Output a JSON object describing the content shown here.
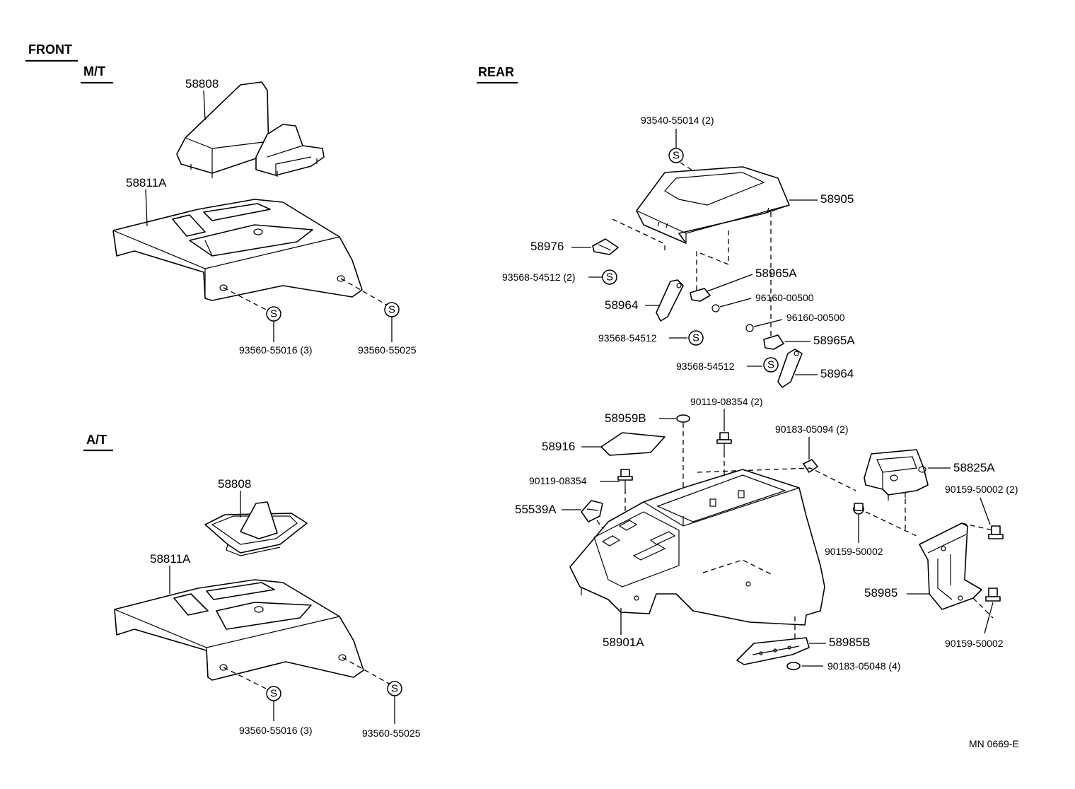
{
  "headers": {
    "front": "FRONT",
    "mt": "M/T",
    "at": "A/T",
    "rear": "REAR"
  },
  "parts": {
    "mt_58808": "58808",
    "mt_58811A": "58811A",
    "mt_93560_55016": "93560-55016 (3)",
    "mt_93560_55025": "93560-55025",
    "at_58808": "58808",
    "at_58811A": "58811A",
    "at_93560_55016": "93560-55016 (3)",
    "at_93560_55025": "93560-55025",
    "r_93540_55014": "93540-55014 (2)",
    "r_58905": "58905",
    "r_58976": "58976",
    "r_93568_54512_2": "93568-54512 (2)",
    "r_58965A_1": "58965A",
    "r_58964_1": "58964",
    "r_96160_00500_1": "96160-00500",
    "r_96160_00500_2": "96160-00500",
    "r_93568_54512_a": "93568-54512",
    "r_58965A_2": "58965A",
    "r_93568_54512_b": "93568-54512",
    "r_58964_2": "58964",
    "r_58959B": "58959B",
    "r_90119_08354_2": "90119-08354 (2)",
    "r_90183_05094": "90183-05094 (2)",
    "r_58916": "58916",
    "r_58825A": "58825A",
    "r_90119_08354": "90119-08354",
    "r_90159_50002_2": "90159-50002 (2)",
    "r_55539A": "55539A",
    "r_90159_50002_a": "90159-50002",
    "r_58985": "58985",
    "r_90159_50002_b": "90159-50002",
    "r_58901A": "58901A",
    "r_58985B": "58985B",
    "r_90183_05048": "90183-05048 (4)"
  },
  "symbols": {
    "screw": "S"
  },
  "footer": {
    "code": "MN  0669-E"
  }
}
